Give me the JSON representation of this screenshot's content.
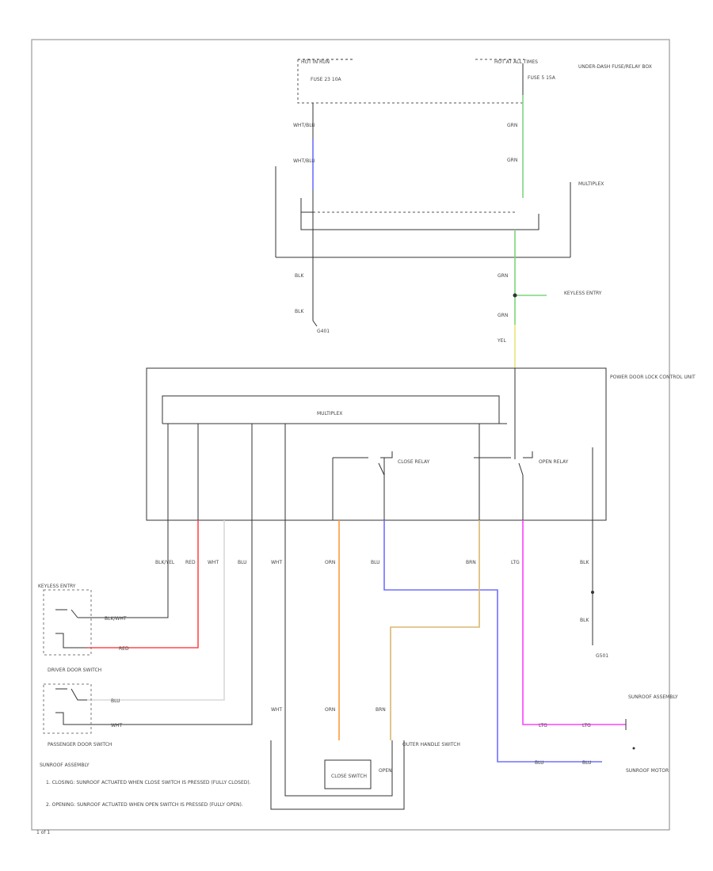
{
  "diagram": {
    "colors": {
      "frame": "#9a9a9a",
      "line": "#333333",
      "wire_blue": "#7070ff",
      "wire_green": "#7cd67c",
      "wire_yellow": "#e8e87a",
      "wire_red": "#ff4a4a",
      "wire_orange": "#ff9a3a",
      "wire_magenta": "#ff40ff",
      "wire_tan": "#d8b870",
      "wire_light": "#d8d8d8"
    },
    "labels": {
      "multiplex": "MULTIPLEX",
      "hot_run": "HOT IN RUN",
      "hot_at_all_times": "HOT AT ALL TIMES",
      "fuse_left": "FUSE 23 10A",
      "fuse_right": "FUSE 5 15A",
      "underhood_box": "UNDER-DASH FUSE/RELAY BOX",
      "control_unit": "POWER DOOR LOCK CONTROL UNIT",
      "close_relay": "CLOSE RELAY",
      "open_relay": "OPEN RELAY",
      "close_relay_2": "CLOSE RELAY",
      "open_relay_2": "OPEN RELAY",
      "driver_door_switch": "DRIVER DOOR SWITCH",
      "passenger_door_switch": "PASSENGER DOOR SWITCH",
      "outer_handle_switch": "OUTER HANDLE SWITCH",
      "ground_g401": "G401",
      "ground_g501": "G501",
      "sunroof_assembly": "SUNROOF ASSEMBLY",
      "sunroof_motor": "SUNROOF MOTOR",
      "close_switch": "CLOSE SWITCH",
      "open": "OPEN",
      "keyless_entry": "KEYLESS ENTRY",
      "note_title": "SUNROOF ASSEMBLY",
      "note_1": "1. CLOSING: SUNROOF ACTUATED WHEN CLOSE SWITCH IS PRESSED (FULLY CLOSED).",
      "note_2": "2. OPENING: SUNROOF ACTUATED WHEN OPEN SWITCH IS PRESSED (FULLY OPEN).",
      "footer": "1 of 1"
    },
    "wire_labels": {
      "wht_blu": "WHT/BLU",
      "grn_1": "GRN",
      "grn_2": "GRN",
      "blk_1": "BLK",
      "blk_2": "BLK",
      "grn_3": "GRN",
      "grn_4": "GRN",
      "yel": "YEL",
      "pin1": "BLK/YEL",
      "pin2": "RED",
      "pin3": "WHT",
      "pin4": "BLU",
      "pin5": "WHT",
      "pin6": "ORN",
      "pin7": "BLU",
      "pin8": "BRN",
      "pin9": "LTG",
      "pin10": "BLK",
      "pin10b": "BLK",
      "sw1": "BLK/WHT",
      "sw2": "RED",
      "sw3": "BLU",
      "sw4": "WHT",
      "bot1": "WHT",
      "bot2": "ORN",
      "bot3": "BRN",
      "mag1": "LTG",
      "mag2": "LTG",
      "blu1": "BLU",
      "blu2": "BLU"
    }
  }
}
